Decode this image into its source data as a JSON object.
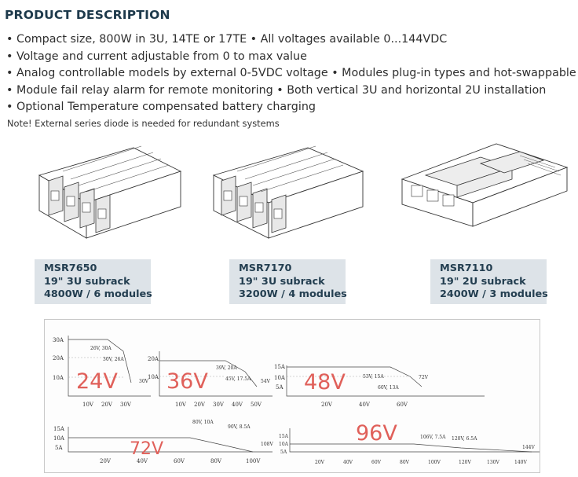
{
  "header": {
    "title": "PRODUCT DESCRIPTION"
  },
  "bullets": [
    "• Compact size, 800W in 3U, 14TE or 17TE • All voltages available 0...144VDC",
    "• Voltage and current adjustable from 0 to max value",
    "• Analog controllable models by external 0-5VDC voltage • Modules plug-in types and hot-swappable",
    "• Module fail relay alarm for remote monitoring • Both vertical 3U and horizontal 2U installation",
    "• Optional Temperature compensated battery charging"
  ],
  "note": "Note! External series diode is needed for redundant systems",
  "products": [
    {
      "model": "MSR7650",
      "type": "19\" 3U subrack",
      "power": "4800W / 6 modules"
    },
    {
      "model": "MSR7170",
      "type": "19\" 3U subrack",
      "power": "3200W / 4 modules"
    },
    {
      "model": "MSR7110",
      "type": "19\" 2U subrack",
      "power": "2400W / 3 modules"
    }
  ],
  "chart_data": [
    {
      "type": "line",
      "title": "24V",
      "y_ticks": [
        "30A",
        "20A",
        "10A"
      ],
      "x_ticks": [
        "10V",
        "20V",
        "30V"
      ],
      "annotations": [
        "26V, 30A",
        "30V, 26A",
        "30V"
      ]
    },
    {
      "type": "line",
      "title": "36V",
      "y_ticks": [
        "20A",
        "10A"
      ],
      "x_ticks": [
        "10V",
        "20V",
        "30V",
        "40V",
        "50V"
      ],
      "annotations": [
        "39V, 20A",
        "45V, 17.5A",
        "54V"
      ]
    },
    {
      "type": "line",
      "title": "48V",
      "y_ticks": [
        "15A",
        "10A",
        "5A"
      ],
      "x_ticks": [
        "20V",
        "40V",
        "60V"
      ],
      "annotations": [
        "53V, 15A",
        "60V, 13A",
        "72V"
      ]
    },
    {
      "type": "line",
      "title": "72V",
      "y_ticks": [
        "15A",
        "10A",
        "5A"
      ],
      "x_ticks": [
        "20V",
        "40V",
        "60V",
        "80V",
        "100V"
      ],
      "annotations": [
        "80V, 10A",
        "90V, 8.5A",
        "108V"
      ]
    },
    {
      "type": "line",
      "title": "96V",
      "y_ticks": [
        "15A",
        "10A",
        "5A"
      ],
      "x_ticks": [
        "20V",
        "40V",
        "60V",
        "80V",
        "100V",
        "120V",
        "130V",
        "140V"
      ],
      "annotations": [
        "106V, 7.5A",
        "120V, 6.5A",
        "144V"
      ]
    }
  ]
}
